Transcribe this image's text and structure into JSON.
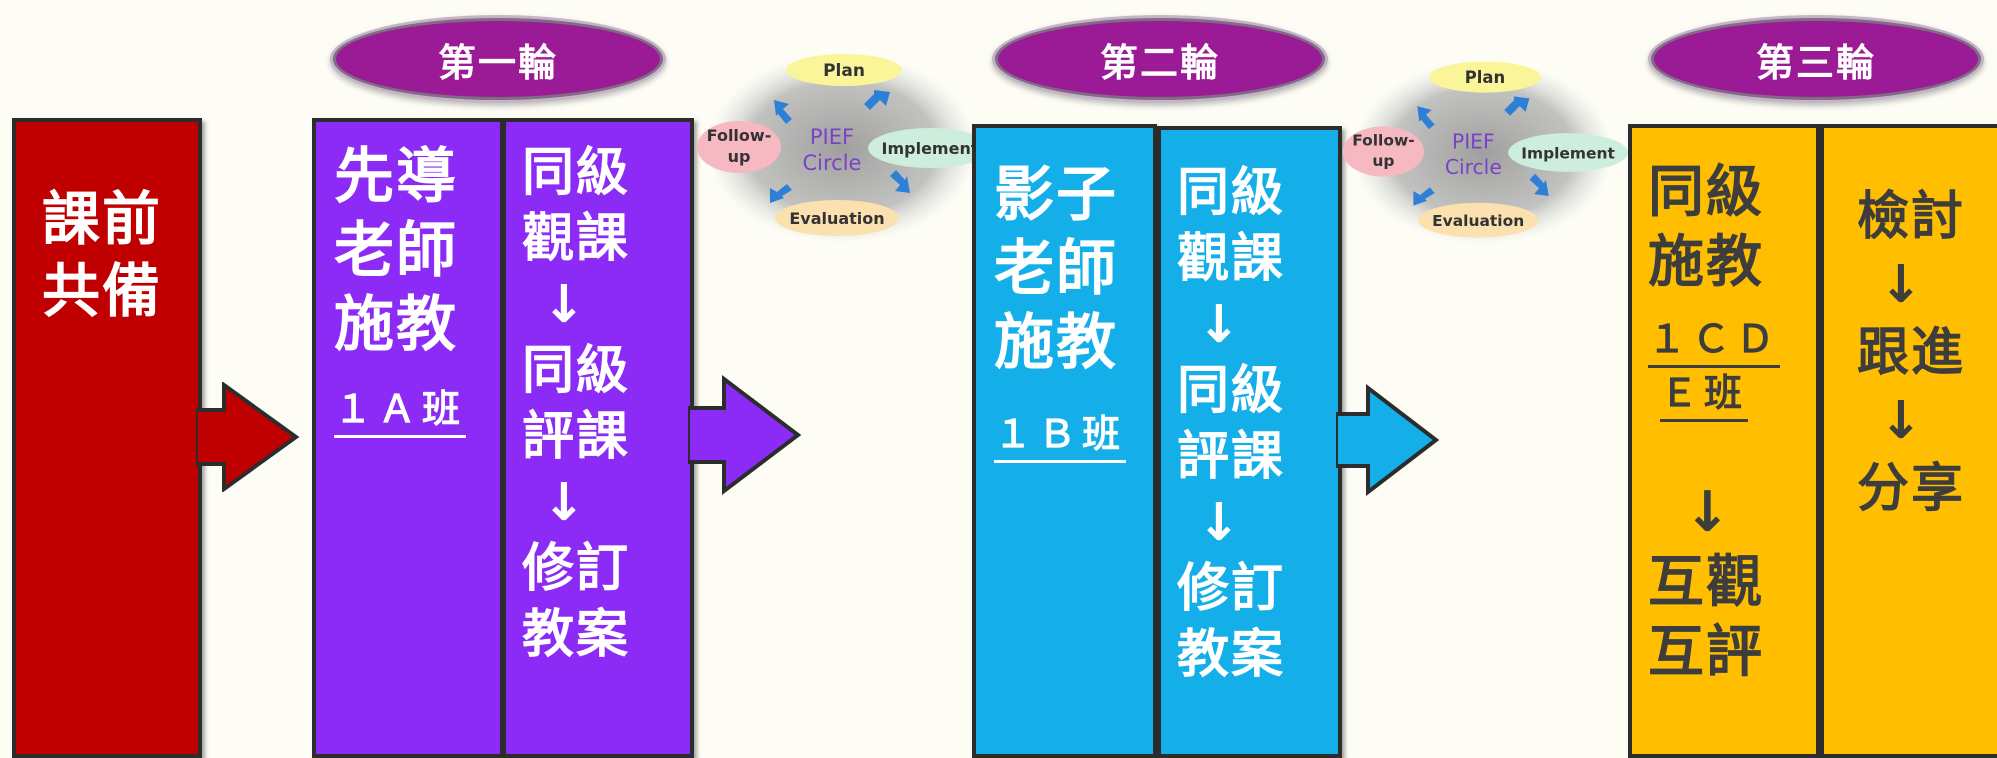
{
  "rounds": [
    {
      "label": "第一輪"
    },
    {
      "label": "第二輪"
    },
    {
      "label": "第三輪"
    }
  ],
  "precourse": {
    "line1": "課前",
    "line2": "共備"
  },
  "pilot": {
    "l1": "先導",
    "l2": "老師",
    "l3": "施教",
    "cls": "１Ａ班"
  },
  "peer1": {
    "l1": "同級",
    "l2": "觀課",
    "l3": "同級",
    "l4": "評課",
    "l5": "修訂",
    "l6": "教案"
  },
  "shadow": {
    "l1": "影子",
    "l2": "老師",
    "l3": "施教",
    "cls": "１Ｂ班"
  },
  "peer2": {
    "l1": "同級",
    "l2": "觀課",
    "l3": "同級",
    "l4": "評課",
    "l5": "修訂",
    "l6": "教案"
  },
  "round3": {
    "l1": "同級",
    "l2": "施教",
    "cls1": "１ＣＤ",
    "cls2": "Ｅ班",
    "l3": "互觀",
    "l4": "互評"
  },
  "review": {
    "l1": "檢討",
    "l2": "跟進",
    "l3": "分享"
  },
  "cycle": {
    "plan": "Plan",
    "implement": "Implement",
    "evaluation": "Evaluation",
    "followup1": "Follow-",
    "followup2": "up",
    "center1": "PIEF",
    "center2": "Circle"
  },
  "arrow_glyph": "↓",
  "colors": {
    "red": "#c00000",
    "purple": "#8b2bf5",
    "blue": "#14aee8",
    "gold": "#ffbf00",
    "ellipse": "#9b1b96"
  }
}
